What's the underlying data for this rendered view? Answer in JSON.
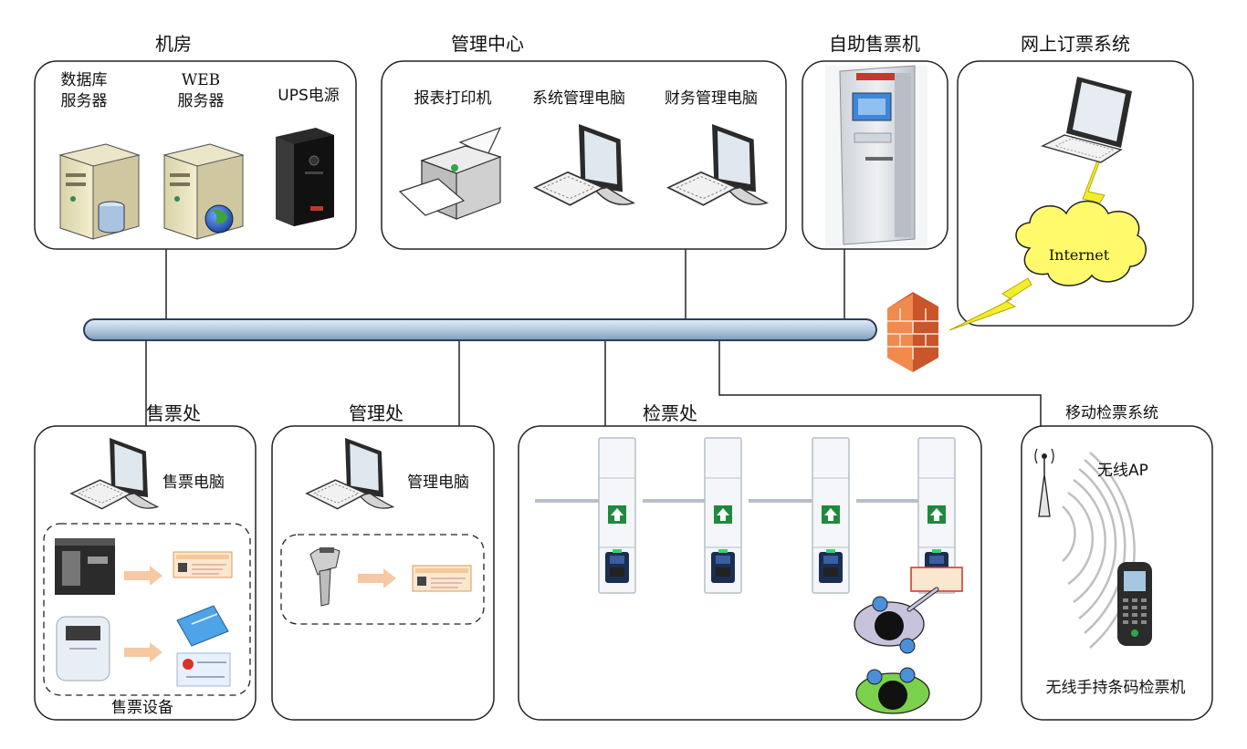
{
  "sections": {
    "server_room": {
      "title": "机房",
      "db_server_line1": "数据库",
      "db_server_line2": "服务器",
      "web_server_line1": "WEB",
      "web_server_line2": "服务器",
      "ups": "UPS电源"
    },
    "management_center": {
      "title": "管理中心",
      "printer": "报表打印机",
      "sys_pc": "系统管理电脑",
      "finance_pc": "财务管理电脑"
    },
    "kiosk": {
      "title": "自助售票机"
    },
    "online": {
      "title": "网上订票系统",
      "cloud": "Internet"
    },
    "ticket_office": {
      "title": "售票处",
      "pc": "售票电脑",
      "devices": "售票设备"
    },
    "admin_office": {
      "title": "管理处",
      "pc": "管理电脑"
    },
    "check_point": {
      "title": "检票处"
    },
    "mobile": {
      "title": "移动检票系统",
      "ap": "无线AP",
      "handheld": "无线手持条码检票机"
    }
  },
  "colors": {
    "bus_fill": "#b7cde3",
    "bus_stroke": "#2c3e5a",
    "firewall": "#e8743a",
    "cloud": "#fffa6b",
    "bolt": "#f2ee2b",
    "arrow": "#f6c9a2",
    "gate_arrow": "#2aa84a"
  }
}
